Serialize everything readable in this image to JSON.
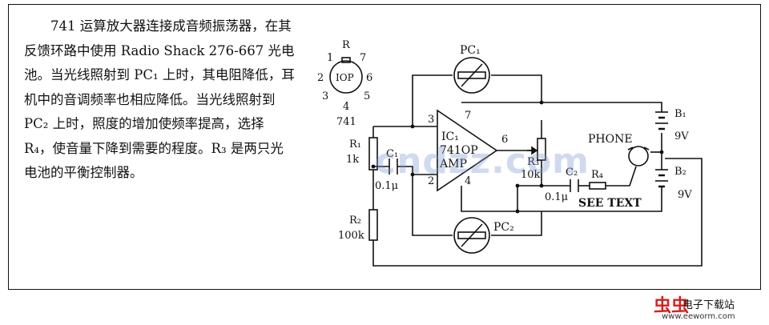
{
  "description": "741 运算放大器连接成音频振荡器，在其反馈环路中使用 Radio Shack 276-667 光电池。当光线照射到 PC₁ 上时，其电阻降低，耳机中的音调频率也相应降低。当光线照射到 PC₂ 上时，照度的增加使频率提高，选择 R₄，使音量下降到需要的程度。R₃ 是两只光电池的平衡控制器。",
  "pinout": {
    "top_label": "R",
    "pins": [
      "1",
      "7",
      "2",
      "6",
      "3",
      "5",
      "4"
    ],
    "body_text": "IOP",
    "caption": "741"
  },
  "labels": {
    "pc1": "PC₁",
    "pc2": "PC₂",
    "b1": "B₁",
    "b1_v": "9V",
    "b2": "B₂",
    "b2_v": "9V",
    "phone": "PHONE",
    "r1": "R₁",
    "r1_v": "1k",
    "r2": "R₂",
    "r2_v": "100k",
    "c1": "C₁",
    "c1_v": "0.1μ",
    "r3": "R₃",
    "r3_v": "10k",
    "c2": "C₂",
    "c2_v": "0.1μ",
    "r4": "R₄",
    "see_text": "SEE TEXT",
    "pin3": "3",
    "pin2": "2",
    "pin7": "7",
    "pin6": "6",
    "pin4": "4",
    "ic1": "IC₁",
    "ic1_part": "741OP",
    "ic1_amp": "AMP"
  },
  "watermark": {
    "center": "cndzz.com",
    "logo_chars": "虫虫",
    "site": "电子下载站",
    "url": "www.eeworm.com"
  }
}
